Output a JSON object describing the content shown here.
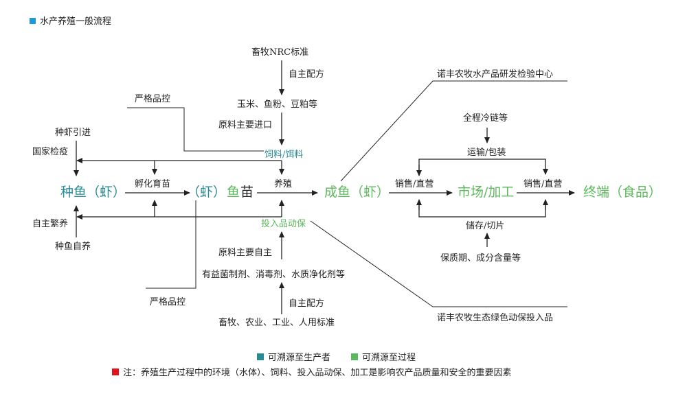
{
  "title": "水产养殖一般流程",
  "colors": {
    "title_marker": "#1a9ad6",
    "traceable_producer": "#2a8a93",
    "traceable_process": "#5cb85c",
    "note_marker": "#e0141c"
  },
  "nodes": {
    "brood_fish": "种鱼（虾）",
    "fry_prefix": "（虾）",
    "fry_fish": "鱼",
    "fry_miao": "苗",
    "adult_fish": "成鱼（虾）",
    "market": "市场/加工",
    "terminal": "终端（食品）",
    "feed": "饲料/饵料",
    "inputs": "投入品动保"
  },
  "labels": {
    "nrc_standard": "畜牧NRC标准",
    "self_formula_top": "自主配方",
    "corn_fishmeal": "玉米、鱼粉、豆粕等",
    "raw_import": "原料主要进口",
    "strict_qc_top": "严格品控",
    "shrimp_intro": "种虾引进",
    "national_quarantine": "国家检疫",
    "hatch": "孵化育苗",
    "breeding": "养殖",
    "self_breed": "自主繁养",
    "self_raise": "种鱼自养",
    "raw_self": "原料主要自主",
    "probiotics": "有益菌制剂、消毒剂、水质净化剂等",
    "self_formula_bottom": "自主配方",
    "standards": "畜牧、农业、工业、人用标准",
    "strict_qc_bottom": "严格品控",
    "rnd_center": "诺丰农牧水产品研发检验中心",
    "green_inputs": "诺丰农牧生态绿色动保投入品",
    "cold_chain": "全程冷链等",
    "transport": "运输/包装",
    "sales_1": "销售/直营",
    "sales_2": "销售/直营",
    "storage": "储存/切片",
    "shelf_life": "保质期、成分含量等"
  },
  "legend": {
    "producer": "可溯源至生产者",
    "process": "可溯源至过程"
  },
  "note": "注：养殖生产过程中的环境（水体）、饲料、投入品动保、加工是影响农产品质量和安全的重要因素"
}
